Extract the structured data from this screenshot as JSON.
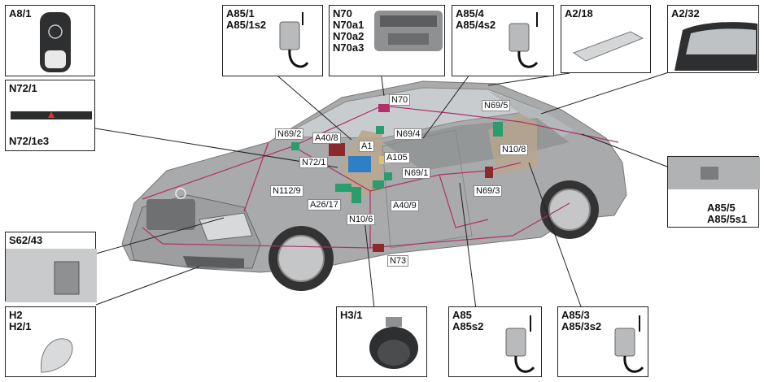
{
  "boxes": [
    {
      "id": "a8-1",
      "label": "A8/1"
    },
    {
      "id": "a85-1",
      "label": "A85/1\nA85/1s2"
    },
    {
      "id": "n70",
      "label": "N70\nN70a1\nN70a2\nN70a3"
    },
    {
      "id": "a85-4",
      "label": "A85/4\nA85/4s2"
    },
    {
      "id": "a2-18",
      "label": "A2/18"
    },
    {
      "id": "a2-32",
      "label": "A2/32"
    },
    {
      "id": "n72-1",
      "label": "N72/1"
    },
    {
      "id": "n72-1e3",
      "label": "N72/1e3"
    },
    {
      "id": "a85-5",
      "label": "A85/5\nA85/5s1"
    },
    {
      "id": "s62-43",
      "label": "S62/43"
    },
    {
      "id": "h2",
      "label": "H2\nH2/1"
    },
    {
      "id": "h3-1",
      "label": "H3/1"
    },
    {
      "id": "a85",
      "label": "A85\nA85s2"
    },
    {
      "id": "a85-3",
      "label": "A85/3\nA85/3s2"
    }
  ],
  "tags": [
    {
      "id": "t-n70",
      "label": "N70"
    },
    {
      "id": "t-n69-2",
      "label": "N69/2"
    },
    {
      "id": "t-a40-8",
      "label": "A40/8"
    },
    {
      "id": "t-n69-4",
      "label": "N69/4"
    },
    {
      "id": "t-n69-5",
      "label": "N69/5"
    },
    {
      "id": "t-n10-8",
      "label": "N10/8"
    },
    {
      "id": "t-a1",
      "label": "A1"
    },
    {
      "id": "t-a105",
      "label": "A105"
    },
    {
      "id": "t-n72-1",
      "label": "N72/1"
    },
    {
      "id": "t-n69-1",
      "label": "N69/1"
    },
    {
      "id": "t-n112-9",
      "label": "N112/9"
    },
    {
      "id": "t-n69-3",
      "label": "N69/3"
    },
    {
      "id": "t-a26-17",
      "label": "A26/17"
    },
    {
      "id": "t-a40-9",
      "label": "A40/9"
    },
    {
      "id": "t-n10-6",
      "label": "N10/6"
    },
    {
      "id": "t-n73",
      "label": "N73"
    }
  ],
  "colors": {
    "car_body": "#a9aaab",
    "car_dark": "#6e7072",
    "glass": "#c9ccce",
    "wiring": "#b0306a",
    "module_green": "#2a9d6f",
    "module_blue": "#2f7fc4",
    "module_red": "#8a2a2a"
  }
}
